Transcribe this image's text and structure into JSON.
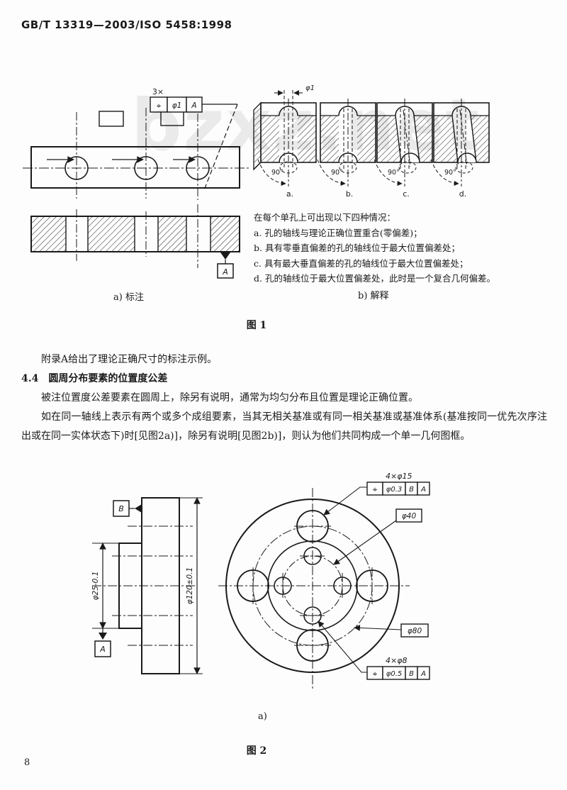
{
  "page": {
    "header": "GB/T 13319—2003/ISO 5458:1998",
    "page_number": "8",
    "watermark": "bzxz.net"
  },
  "figure1": {
    "left": {
      "count_label": "3×",
      "fcf": {
        "sym": "⌖",
        "tol": "φ1",
        "datum": "A"
      },
      "datum_label": "A",
      "sub_label": "a) 标注"
    },
    "right": {
      "zone_label": "φ1",
      "angles": [
        "90°",
        "90°",
        "90°",
        "90°"
      ],
      "letters": [
        "a.",
        "b.",
        "c.",
        "d."
      ],
      "sub_label": "b) 解释"
    },
    "notes": [
      "在每个单孔上可出现以下四种情况：",
      "a. 孔的轴线与理论正确位置重合(零偏差)；",
      "b. 具有零垂直偏差的孔的轴线位于最大位置偏差处；",
      "c. 具有最大垂直偏差的孔的轴线位于最大位置偏差处；",
      "d. 孔的轴线位于最大位置偏差处，此时是一个复合几何偏差。"
    ],
    "caption": "图 1"
  },
  "body": {
    "para1": "附录A给出了理论正确尺寸的标注示例。",
    "heading_num": "4.4",
    "heading_text": "圆周分布要素的位置度公差",
    "para2": "被注位置度公差要素在圆周上，除另有说明，通常为均匀分布且位置是理论正确位置。",
    "para3": "如在同一轴线上表示有两个或多个成组要素，当其无相关基准或有同一相关基准或基准体系(基准按同一优先次序注出或在同一实体状态下)时[见图2a)]，除另有说明[见图2b)]，则认为他们共同构成一个单一几何图框。"
  },
  "figure2": {
    "datum_a": "A",
    "datum_b": "B",
    "dim_boss": "φ25-0.1",
    "dim_flange": "φ120±0.1",
    "counterbores": {
      "count": "4×φ15",
      "fcf": {
        "sym": "⌖",
        "tol": "φ0.3",
        "d1": "B",
        "d2": "A"
      }
    },
    "ted_inner": "φ40",
    "ted_bolt": "φ80",
    "holes": {
      "count": "4×φ8",
      "fcf": {
        "sym": "⌖",
        "tol": "φ0.5",
        "d1": "B",
        "d2": "A"
      }
    },
    "sub_label": "a)",
    "caption": "图 2"
  }
}
